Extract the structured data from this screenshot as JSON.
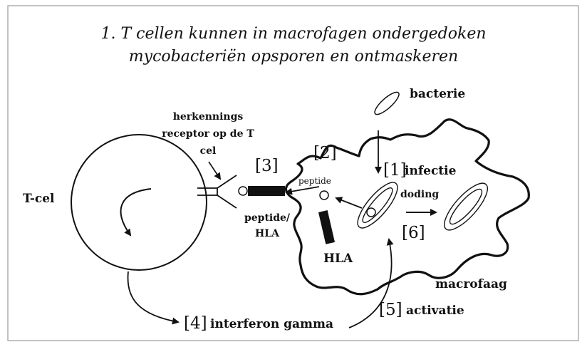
{
  "title": {
    "line1": "1. T cellen kunnen in macrofagen ondergedoken",
    "line2": "mycobacteriën opsporen en ontmaskeren"
  },
  "labels": {
    "t_cel": "T-cel",
    "receptor_line1": "herkennings",
    "receptor_line2": "receptor op de T",
    "receptor_line3": "cel",
    "peptide_hla_line1": "peptide/",
    "peptide_hla_line2": "HLA",
    "peptide": "peptide",
    "hla": "HLA",
    "bacterie": "bacterie",
    "infectie": "infectie",
    "doding": "doding",
    "macrofaag": "macrofaag",
    "activatie": "activatie",
    "interferon": "interferon gamma"
  },
  "steps": {
    "s1": "[1]",
    "s2": "[2]",
    "s3": "[3]",
    "s4": "[4]",
    "s5": "[5]",
    "s6": "[6]"
  }
}
